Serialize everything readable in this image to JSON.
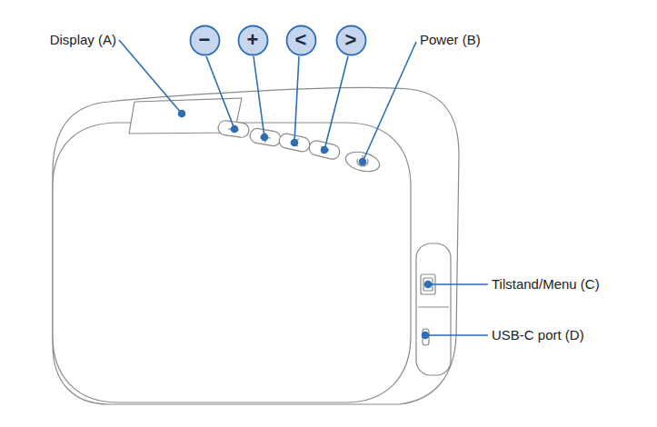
{
  "diagram": {
    "nodes": [
      {
        "text": [
          "−"
        ]
      },
      {
        "text": [
          "+"
        ]
      },
      {
        "text": [
          "<"
        ]
      },
      {
        "text": [
          ">"
        ]
      }
    ],
    "labels": [
      "Display (A)",
      "Power (B)",
      "Tilstand/Menu (C)",
      "USB-C port (D)"
    ]
  }
}
